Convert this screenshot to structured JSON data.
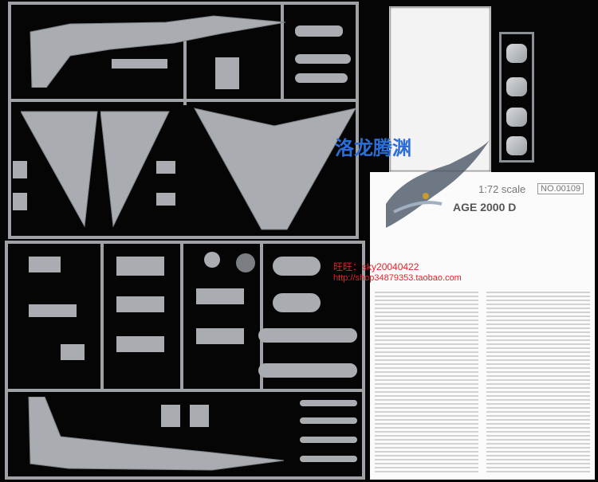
{
  "watermark": {
    "chinese": "洛龙腾渊",
    "shop_line1_prefix": "旺旺：",
    "shop_line1_id": "sky20040422",
    "shop_line2": "http://shop34879353.taobao.com"
  },
  "instructions": {
    "scale": "1:72 scale",
    "number": "NO.00109",
    "title": "AGE 2000 D"
  },
  "colors": {
    "plastic": "#a9adb2",
    "background": "#050505",
    "watermark_blue": "#2c6ed8",
    "watermark_red": "#e0242a"
  }
}
